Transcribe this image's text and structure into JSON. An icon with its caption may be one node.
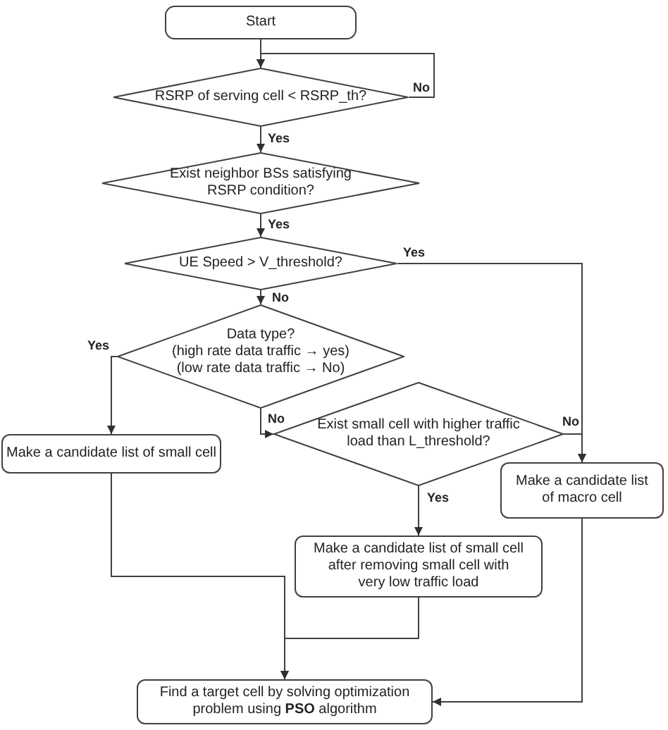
{
  "diagram": {
    "nodes": [
      {
        "text": [
          "Start"
        ]
      },
      {
        "text": [
          "RSRP of serving cell < RSRP_th?"
        ]
      },
      {
        "text": [
          "Exist neighbor BSs satisfying RSRP condition?"
        ]
      },
      {
        "text": [
          "UE Speed > V_threshold?"
        ]
      },
      {
        "text": [
          "Data type?",
          "(high rate data traffic → yes)",
          "(low rate data traffic → No)"
        ]
      },
      {
        "text": [
          "Exist small cell with higher traffic load than L_threshold?"
        ]
      },
      {
        "text": [
          "Make a candidate list of small cell"
        ]
      },
      {
        "text": [
          "Make a candidate list of macro cell"
        ]
      },
      {
        "text": [
          "Make a candidate list of small cell after removing small cell with very low traffic load"
        ]
      },
      {
        "text": [
          "Find a target cell by solving optimization problem using **PSO** algorithm"
        ]
      }
    ],
    "edges": [
      {
        "from": 0,
        "to": 1,
        "arrow": "to"
      },
      {
        "from": 1,
        "to": 1,
        "arrow": "to",
        "label": "No"
      },
      {
        "from": 1,
        "to": 2,
        "arrow": "to",
        "label": "Yes"
      },
      {
        "from": 2,
        "to": 3,
        "arrow": "to",
        "label": "Yes"
      },
      {
        "from": 3,
        "to": 7,
        "arrow": "to",
        "label": "Yes"
      },
      {
        "from": 3,
        "to": 4,
        "arrow": "to",
        "label": "No"
      },
      {
        "from": 4,
        "to": 6,
        "arrow": "to",
        "label": "Yes"
      },
      {
        "from": 4,
        "to": 5,
        "arrow": "to",
        "label": "No"
      },
      {
        "from": 5,
        "to": 7,
        "arrow": "to",
        "label": "No"
      },
      {
        "from": 5,
        "to": 8,
        "arrow": "to",
        "label": "Yes"
      },
      {
        "from": 6,
        "to": 9,
        "arrow": "to"
      },
      {
        "from": 8,
        "to": 9,
        "arrow": "to"
      },
      {
        "from": 7,
        "to": 9,
        "arrow": "to"
      }
    ]
  }
}
